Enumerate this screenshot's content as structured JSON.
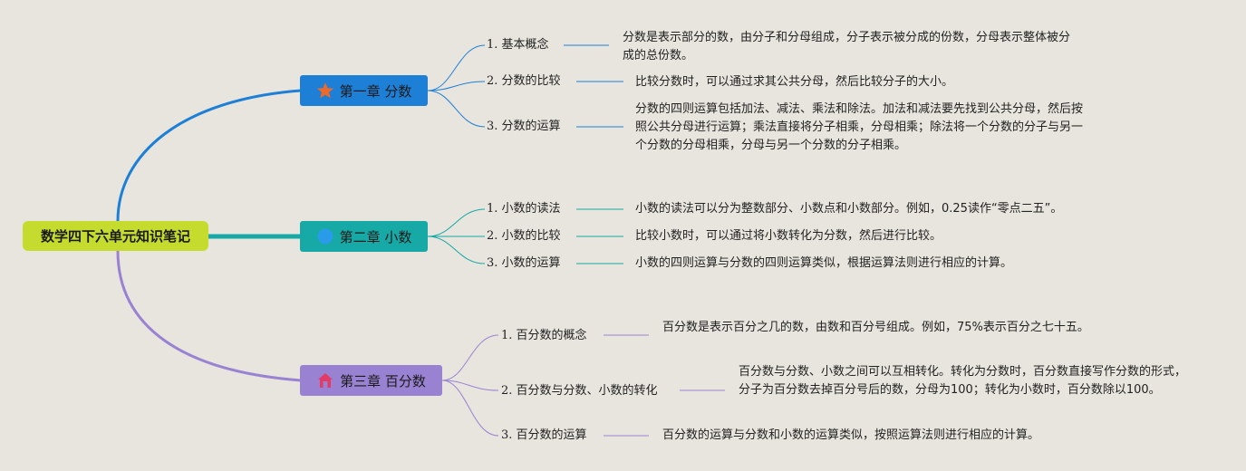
{
  "root": {
    "title": "数学四下六单元知识笔记",
    "color": "#c5dc2e"
  },
  "chapters": [
    {
      "title": "第一章 分数",
      "icon": "star-icon",
      "color": "#1e7fd6",
      "topics": [
        {
          "label": "1. 基本概念",
          "note": "分数是表示部分的数，由分子和分母组成，分子表示被分成的份数，分母表示整体被分成的总份数。"
        },
        {
          "label": "2. 分数的比较",
          "note": "比较分数时，可以通过求其公共分母，然后比较分子的大小。"
        },
        {
          "label": "3. 分数的运算",
          "note": "分数的四则运算包括加法、减法、乘法和除法。加法和减法要先找到公共分母，然后按照公共分母进行运算；乘法直接将分子相乘，分母相乘；除法将一个分数的分子与另一个分数的分母相乘，分母与另一个分数的分子相乘。"
        }
      ]
    },
    {
      "title": "第二章 小数",
      "icon": "circle-icon",
      "color": "#17a9a6",
      "topics": [
        {
          "label": "1. 小数的读法",
          "note": "小数的读法可以分为整数部分、小数点和小数部分。例如，0.25读作“零点二五”。"
        },
        {
          "label": "2. 小数的比较",
          "note": "比较小数时，可以通过将小数转化为分数，然后进行比较。"
        },
        {
          "label": "3. 小数的运算",
          "note": "小数的四则运算与分数的四则运算类似，根据运算法则进行相应的计算。"
        }
      ]
    },
    {
      "title": "第三章 百分数",
      "icon": "house-icon",
      "color": "#9a82d3",
      "topics": [
        {
          "label": "1. 百分数的概念",
          "note": "百分数是表示百分之几的数，由数和百分号组成。例如，75%表示百分之七十五。"
        },
        {
          "label": "2. 百分数与分数、小数的转化",
          "note": "百分数与分数、小数之间可以互相转化。转化为分数时，百分数直接写作分数的形式，分子为百分数去掉百分号后的数，分母为100；转化为小数时，百分数除以100。"
        },
        {
          "label": "3. 百分数的运算",
          "note": "百分数的运算与分数和小数的运算类似，按照运算法则进行相应的计算。"
        }
      ]
    }
  ]
}
